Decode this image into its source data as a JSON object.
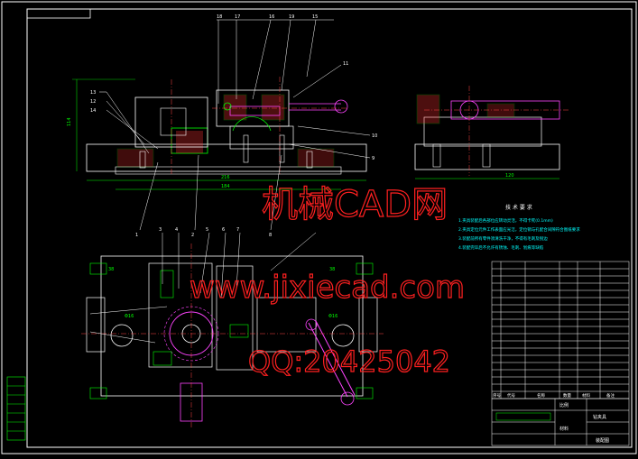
{
  "colors": {
    "background": "#000000",
    "frame": "#ffffff",
    "part_outline": "#ffffff",
    "leader": "#ffffff",
    "dimension": "#00ff00",
    "hatch": "#ff3333",
    "moving_part": "#ff44ff",
    "centerline": "#ff4444",
    "notes_text": "#00ffff",
    "watermark": "#ff2020"
  },
  "watermark": {
    "line1": "机械CAD网",
    "line2": "www.jixiecad.com",
    "line3": "QQ:20425042"
  },
  "tech_requirements": {
    "heading": "技 术 要 求",
    "lines": [
      "1.夹具装配后各部位应转动灵活，不得卡死(0.1mm)",
      "2.夹具定位元件工作表面应光洁，定位销与孔配合间隙符合图纸要求",
      "3.装配前所有零件须清洗干净，不得有毛刺及锐边",
      "4.装配完毕后不允许有锈蚀、毛刺、划痕等缺陷"
    ]
  },
  "title_block": {
    "name_label": "钻夹具",
    "drawing_label": "装配图",
    "scale_label": "比例",
    "material_label": "材料"
  },
  "bom_header": [
    "序号",
    "代号",
    "名称",
    "数量",
    "材料",
    "备注"
  ],
  "balloons": [
    "1",
    "2",
    "3",
    "4",
    "5",
    "6",
    "7",
    "8",
    "9",
    "10",
    "11",
    "12",
    "13",
    "14",
    "15",
    "16",
    "17",
    "18",
    "19"
  ],
  "dimensions": {
    "top_view_height": "114",
    "top_view_width_1": "216",
    "top_view_width_2": "184",
    "plan_left": "38",
    "plan_right": "38",
    "plan_h1": "Φ16",
    "plan_h2": "Φ16",
    "side_view_width": "120"
  }
}
